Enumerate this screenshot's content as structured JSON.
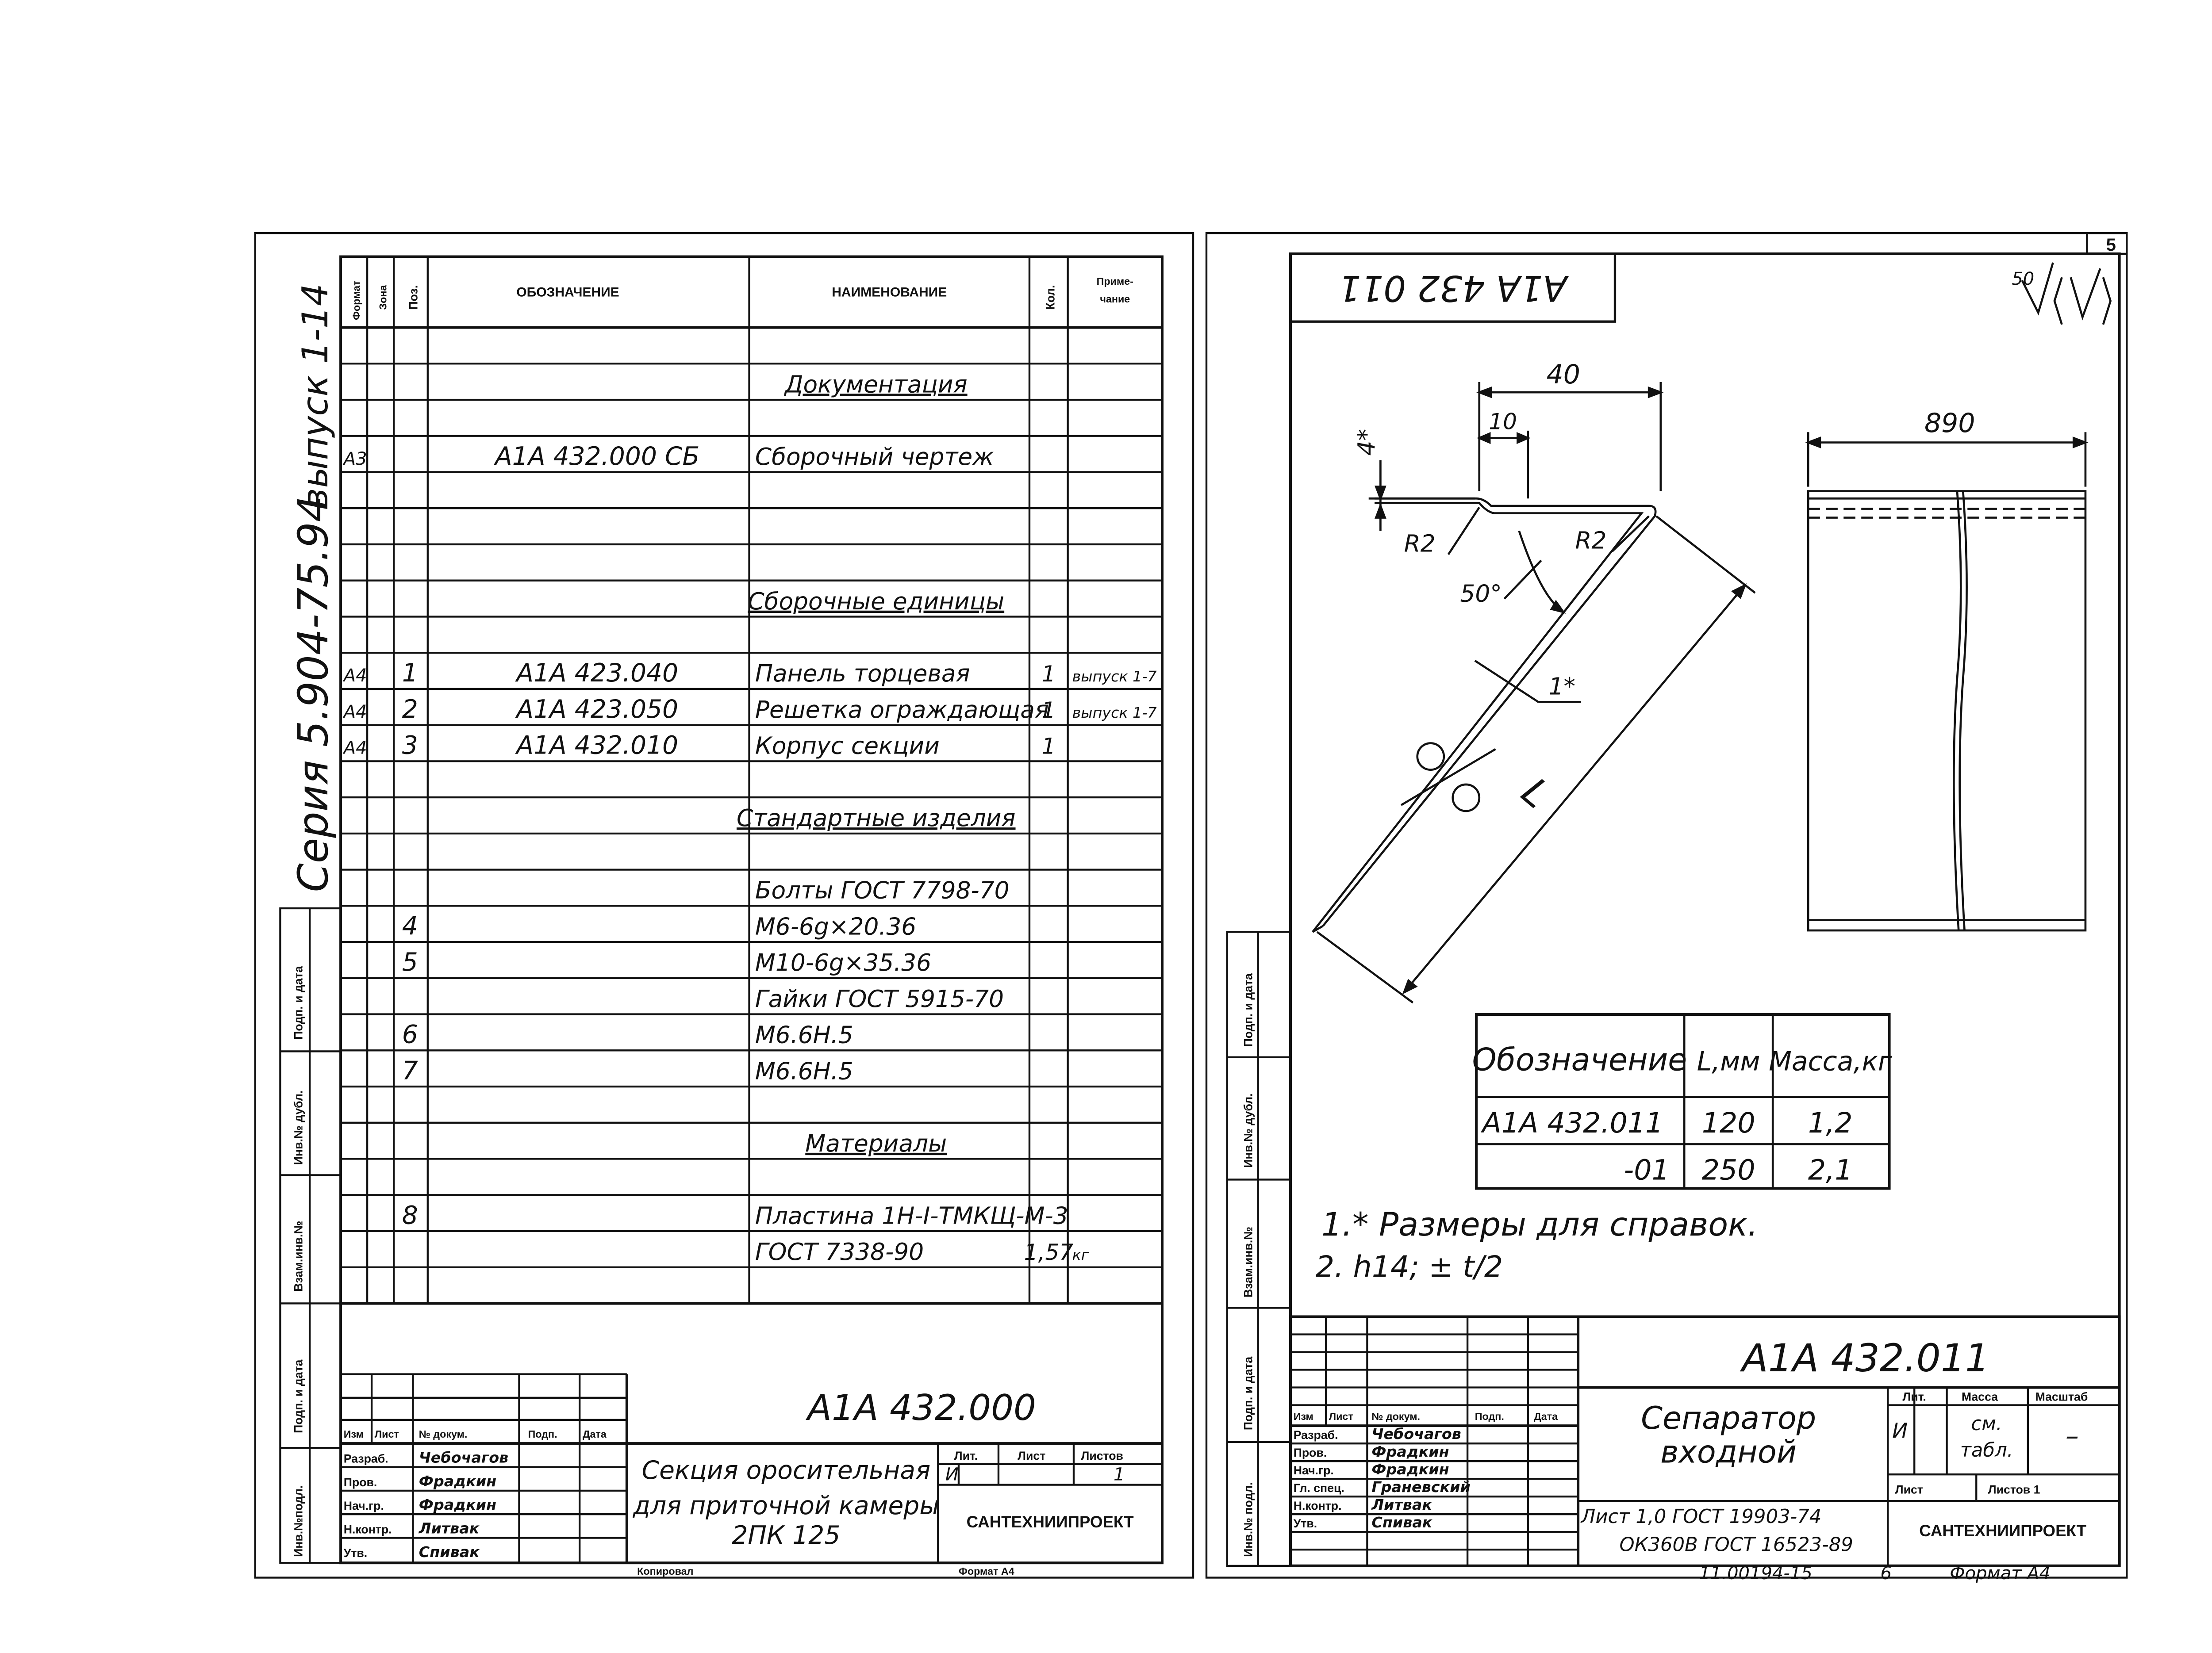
{
  "page_num": "5",
  "left": {
    "side_series": "Серия 5.904-75.94",
    "side_issue": "выпуск 1-14",
    "header": {
      "format": "Формат",
      "zone": "Зона",
      "pos": "Поз.",
      "designation": "ОБОЗНАЧЕНИЕ",
      "name": "НАИМЕНОВАНИЕ",
      "qty": "Кол.",
      "note_1": "Приме-",
      "note_2": "чание"
    },
    "rows": [
      {
        "fmt": "",
        "pos": "",
        "des": "",
        "name": "Документация",
        "qty": "",
        "note": "",
        "section": true
      },
      {
        "fmt": "А3",
        "pos": "",
        "des": "А1А 432.000 СБ",
        "name": "Сборочный чертеж",
        "qty": "",
        "note": ""
      },
      {
        "fmt": "",
        "pos": "",
        "des": "",
        "name": "Сборочные единицы",
        "qty": "",
        "note": "",
        "section": true
      },
      {
        "fmt": "А4",
        "pos": "1",
        "des": "А1А 423.040",
        "name": "Панель торцевая",
        "qty": "1",
        "note": "выпуск 1-7"
      },
      {
        "fmt": "А4",
        "pos": "2",
        "des": "А1А 423.050",
        "name": "Решетка ограждающая",
        "qty": "1",
        "note": "выпуск 1-7"
      },
      {
        "fmt": "А4",
        "pos": "3",
        "des": "А1А 432.010",
        "name": "Корпус секции",
        "qty": "1",
        "note": ""
      },
      {
        "fmt": "",
        "pos": "",
        "des": "",
        "name": "Стандартные изделия",
        "qty": "",
        "note": "",
        "section": true
      },
      {
        "fmt": "",
        "pos": "",
        "des": "",
        "name": "Болты ГОСТ 7798-70",
        "qty": "",
        "note": ""
      },
      {
        "fmt": "",
        "pos": "4",
        "des": "",
        "name": "М6-6g×20.36",
        "qty": "",
        "note": ""
      },
      {
        "fmt": "",
        "pos": "5",
        "des": "",
        "name": "М10-6g×35.36",
        "qty": "",
        "note": ""
      },
      {
        "fmt": "",
        "pos": "",
        "des": "",
        "name": "Гайки ГОСТ 5915-70",
        "qty": "",
        "note": ""
      },
      {
        "fmt": "",
        "pos": "6",
        "des": "",
        "name": "М6.6Н.5",
        "qty": "",
        "note": ""
      },
      {
        "fmt": "",
        "pos": "7",
        "des": "",
        "name": "М6.6Н.5",
        "qty": "",
        "note": ""
      },
      {
        "fmt": "",
        "pos": "",
        "des": "",
        "name": "Материалы",
        "qty": "",
        "note": "",
        "section": true
      },
      {
        "fmt": "",
        "pos": "8",
        "des": "",
        "name": "Пластина 1Н-I-ТМКЩ-М-3",
        "qty": "",
        "note": ""
      },
      {
        "fmt": "",
        "pos": "",
        "des": "",
        "name": "ГОСТ 7338-90",
        "qty": "1,57",
        "note": "кг"
      }
    ],
    "side_stamp": [
      "Подп. и дата",
      "Инв.№ дубл.",
      "Взам.инв.№",
      "Подп. и дата",
      "Инв.№подл."
    ],
    "title_block": {
      "code": "А1А 432.000",
      "title_1": "Секция оросительная",
      "title_2": "для приточной камеры",
      "title_3": "2ПК 125",
      "lit_label": "Лит.",
      "sheet_label": "Лист",
      "sheets_label": "Листов",
      "lit": "И",
      "sheets": "1",
      "org": "САНТЕХНИИПРОЕКТ",
      "hdr": [
        "Изм",
        "Лист",
        "№ докум.",
        "Подп.",
        "Дата"
      ],
      "roles": [
        "Разраб.",
        "Пров.",
        "Нач.гр.",
        "Н.контр.",
        "Утв."
      ],
      "names": [
        "Чебочагов",
        "Фрадкин",
        "Фрадкин",
        "Литвак",
        "Спивак"
      ]
    },
    "footer_copy": "Копировал",
    "footer_format": "Формат А4"
  },
  "right": {
    "stamp_code": "А1А 432 011",
    "roughness_value": "50",
    "dims": {
      "d40": "40",
      "d10": "10",
      "d4": "4*",
      "r_left": "R2",
      "r_right": "R2",
      "angle": "50°",
      "thick": "1*",
      "length": "L",
      "d890": "890"
    },
    "var_table": {
      "headers": [
        "Обозначение",
        "L,мм",
        "Масса,кг"
      ],
      "rows": [
        [
          "А1А 432.011",
          "120",
          "1,2"
        ],
        [
          "-01",
          "250",
          "2,1"
        ]
      ]
    },
    "notes": [
      "1.* Размеры для справок.",
      "2. h14; ± t/2"
    ],
    "side_stamp": [
      "Подп. и дата",
      "Инв.№ дубл.",
      "Взам.инв.№",
      "Подп. и дата",
      "Инв.№ подл."
    ],
    "title_block": {
      "code": "А1А 432.011",
      "title_1": "Сепаратор",
      "title_2": "входной",
      "lit_label": "Лит.",
      "mass_label": "Масса",
      "scale_label": "Масштаб",
      "lit": "И",
      "mass_1": "см.",
      "mass_2": "табл.",
      "scale": "–",
      "sheet_label": "Лист",
      "sheets_label": "Листов 1",
      "material_1": "Лист 1,0 ГОСТ 19903-74",
      "material_2": "ОК360В ГОСТ 16523-89",
      "org": "САНТЕХНИИПРОЕКТ",
      "hdr": [
        "Изм",
        "Лист",
        "№ докум.",
        "Подп.",
        "Дата"
      ],
      "roles": [
        "Разраб.",
        "Пров.",
        "Нач.гр.",
        "Гл. спец.",
        "Н.контр.",
        "Утв."
      ],
      "names": [
        "Чебочагов",
        "Фрадкин",
        "Фрадкин",
        "Граневский",
        "Литвак",
        "Спивак"
      ]
    },
    "footer_num": "11.00194-15",
    "footer_sheet": "6",
    "footer_format": "Формат А4"
  }
}
